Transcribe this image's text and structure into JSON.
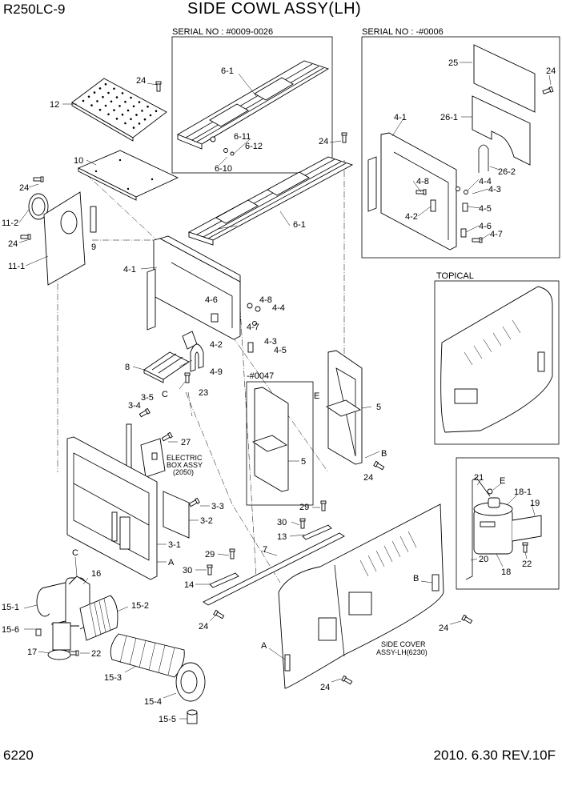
{
  "header": {
    "model": "R250LC-9",
    "title": "SIDE COWL ASSY(LH)"
  },
  "footer": {
    "page_number": "6220",
    "revision": "2010. 6.30  REV.10F"
  },
  "frames": {
    "serial_a": "SERIAL NO : #0009-0026",
    "serial_b": "SERIAL NO : -#0006",
    "topical": "TOPICAL",
    "serial_c": "-#0047"
  },
  "notes": {
    "electric_box_1": "ELECTRIC",
    "electric_box_2": "BOX ASSY",
    "electric_box_3": "(2050)",
    "side_cover_1": "SIDE COVER",
    "side_cover_2": "ASSY-LH(6230)"
  },
  "callouts": [
    {
      "id": "c-24-a",
      "text": "24"
    },
    {
      "id": "c-12",
      "text": "12"
    },
    {
      "id": "c-6-1-a",
      "text": "6-1"
    },
    {
      "id": "c-6-11",
      "text": "6-11"
    },
    {
      "id": "c-6-12",
      "text": "6-12"
    },
    {
      "id": "c-6-10",
      "text": "6-10"
    },
    {
      "id": "c-10",
      "text": "10"
    },
    {
      "id": "c-24-b",
      "text": "24"
    },
    {
      "id": "c-24-c",
      "text": "24"
    },
    {
      "id": "c-11-2",
      "text": "11-2"
    },
    {
      "id": "c-24-d",
      "text": "24"
    },
    {
      "id": "c-9",
      "text": "9"
    },
    {
      "id": "c-11-1",
      "text": "11-1"
    },
    {
      "id": "c-6-1-b",
      "text": "6-1"
    },
    {
      "id": "c-4-1-a",
      "text": "4-1"
    },
    {
      "id": "c-4-6-a",
      "text": "4-6"
    },
    {
      "id": "c-4-8-a",
      "text": "4-8"
    },
    {
      "id": "c-4-4-a",
      "text": "4-4"
    },
    {
      "id": "c-4-7-a",
      "text": "4-7"
    },
    {
      "id": "c-4-3-a",
      "text": "4-3"
    },
    {
      "id": "c-4-5-a",
      "text": "4-5"
    },
    {
      "id": "c-4-2-a",
      "text": "4-2"
    },
    {
      "id": "c-8",
      "text": "8"
    },
    {
      "id": "c-4-9",
      "text": "4-9"
    },
    {
      "id": "c-C-a",
      "text": "C"
    },
    {
      "id": "c-23",
      "text": "23"
    },
    {
      "id": "c-3-5",
      "text": "3-5"
    },
    {
      "id": "c-3-4",
      "text": "3-4"
    },
    {
      "id": "c-27",
      "text": "27"
    },
    {
      "id": "c-3-3",
      "text": "3-3"
    },
    {
      "id": "c-3-2",
      "text": "3-2"
    },
    {
      "id": "c-3-1",
      "text": "3-1"
    },
    {
      "id": "c-A-a",
      "text": "A"
    },
    {
      "id": "c-C-b",
      "text": "C"
    },
    {
      "id": "c-16",
      "text": "16"
    },
    {
      "id": "c-15-1",
      "text": "15-1"
    },
    {
      "id": "c-15-2",
      "text": "15-2"
    },
    {
      "id": "c-15-6",
      "text": "15-6"
    },
    {
      "id": "c-17",
      "text": "17"
    },
    {
      "id": "c-22-a",
      "text": "22"
    },
    {
      "id": "c-15-3",
      "text": "15-3"
    },
    {
      "id": "c-15-4",
      "text": "15-4"
    },
    {
      "id": "c-15-5",
      "text": "15-5"
    },
    {
      "id": "c-E-a",
      "text": "E"
    },
    {
      "id": "c-5-a",
      "text": "5"
    },
    {
      "id": "c-5-b",
      "text": "5"
    },
    {
      "id": "c-B-a",
      "text": "B"
    },
    {
      "id": "c-24-e",
      "text": "24"
    },
    {
      "id": "c-29-a",
      "text": "29"
    },
    {
      "id": "c-30-a",
      "text": "30"
    },
    {
      "id": "c-13",
      "text": "13"
    },
    {
      "id": "c-7",
      "text": "7"
    },
    {
      "id": "c-29-b",
      "text": "29"
    },
    {
      "id": "c-30-b",
      "text": "30"
    },
    {
      "id": "c-14",
      "text": "14"
    },
    {
      "id": "c-24-f",
      "text": "24"
    },
    {
      "id": "c-A-b",
      "text": "A"
    },
    {
      "id": "c-24-g",
      "text": "24"
    },
    {
      "id": "c-B-b",
      "text": "B"
    },
    {
      "id": "c-24-h",
      "text": "24"
    },
    {
      "id": "c-25",
      "text": "25"
    },
    {
      "id": "c-24-i",
      "text": "24"
    },
    {
      "id": "c-26-1",
      "text": "26-1"
    },
    {
      "id": "c-26-2",
      "text": "26-2"
    },
    {
      "id": "c-4-1-b",
      "text": "4-1"
    },
    {
      "id": "c-4-8-b",
      "text": "4-8"
    },
    {
      "id": "c-4-4-b",
      "text": "4-4"
    },
    {
      "id": "c-4-3-b",
      "text": "4-3"
    },
    {
      "id": "c-4-2-b",
      "text": "4-2"
    },
    {
      "id": "c-4-5-b",
      "text": "4-5"
    },
    {
      "id": "c-4-6-b",
      "text": "4-6"
    },
    {
      "id": "c-4-7-b",
      "text": "4-7"
    },
    {
      "id": "c-21",
      "text": "21"
    },
    {
      "id": "c-E-b",
      "text": "E"
    },
    {
      "id": "c-18-1",
      "text": "18-1"
    },
    {
      "id": "c-19",
      "text": "19"
    },
    {
      "id": "c-20",
      "text": "20"
    },
    {
      "id": "c-18",
      "text": "18"
    },
    {
      "id": "c-22-b",
      "text": "22"
    }
  ]
}
